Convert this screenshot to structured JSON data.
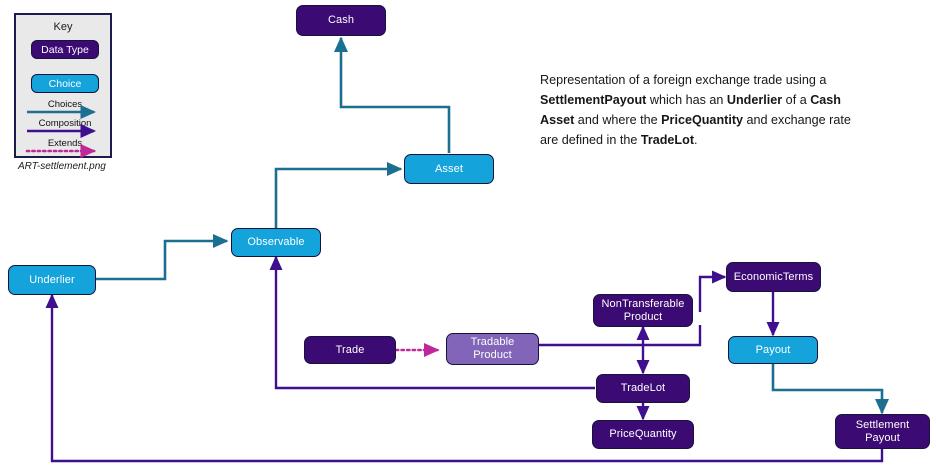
{
  "key": {
    "title": "Key",
    "chips": [
      {
        "label": "Data Type",
        "style": "datatype"
      },
      {
        "label": "Choice",
        "style": "choice"
      }
    ],
    "legend": [
      {
        "label": "Choices",
        "color": "#1d6f92",
        "kind": "solid"
      },
      {
        "label": "Composition",
        "color": "#3f0f8f",
        "kind": "solid"
      },
      {
        "label": "Extends",
        "color": "#c0289a",
        "kind": "dotted"
      }
    ],
    "caption": "ART-settlement.png"
  },
  "description": {
    "line1_prefix": "Representation of a foreign exchange trade using a ",
    "term1": "SettlementPayout",
    "line1_mid": " which has an ",
    "term2": "Underlier",
    "line2_mid": " of a ",
    "term3": "Cash Asset",
    "line3_mid": " and where the ",
    "term4": "PriceQuantity",
    "line3_tail": " and exchange rate are defined in the ",
    "term5": "TradeLot",
    "line4_tail": "."
  },
  "nodes": [
    {
      "id": "cash",
      "label": "Cash",
      "type": "datatype"
    },
    {
      "id": "asset",
      "label": "Asset",
      "type": "choice"
    },
    {
      "id": "observable",
      "label": "Observable",
      "type": "choice"
    },
    {
      "id": "underlier",
      "label": "Underlier",
      "type": "choice"
    },
    {
      "id": "trade",
      "label": "Trade",
      "type": "datatype"
    },
    {
      "id": "tradableproduct",
      "label": "Tradable\nProduct",
      "type": "abstract"
    },
    {
      "id": "nontransferable",
      "label": "NonTransferable\nProduct",
      "type": "datatype"
    },
    {
      "id": "economicterms",
      "label": "EconomicTerms",
      "type": "datatype"
    },
    {
      "id": "payout",
      "label": "Payout",
      "type": "choice"
    },
    {
      "id": "tradelot",
      "label": "TradeLot",
      "type": "datatype"
    },
    {
      "id": "pricequantity",
      "label": "PriceQuantity",
      "type": "datatype"
    },
    {
      "id": "settlementpayout",
      "label": "Settlement\nPayout",
      "type": "datatype"
    }
  ],
  "edges": [
    {
      "from": "asset",
      "to": "cash",
      "kind": "choices"
    },
    {
      "from": "observable",
      "to": "asset",
      "kind": "choices"
    },
    {
      "from": "underlier",
      "to": "observable",
      "kind": "choices"
    },
    {
      "from": "payout",
      "to": "settlementpayout",
      "kind": "choices"
    },
    {
      "from": "trade",
      "to": "tradableproduct",
      "kind": "extends"
    },
    {
      "from": "tradableproduct",
      "to": "nontransferable",
      "kind": "composition"
    },
    {
      "from": "nontransferable",
      "to": "economicterms",
      "kind": "composition"
    },
    {
      "from": "economicterms",
      "to": "payout",
      "kind": "composition"
    },
    {
      "from": "nontransferable",
      "to": "tradelot",
      "kind": "composition-bidirectional"
    },
    {
      "from": "tradelot",
      "to": "pricequantity",
      "kind": "composition"
    },
    {
      "from": "tradelot",
      "to": "observable",
      "kind": "composition"
    },
    {
      "from": "settlementpayout",
      "to": "underlier",
      "kind": "composition"
    }
  ],
  "colors": {
    "datatype": "#3b0a72",
    "choice": "#14a3db",
    "abstract": "#8265b8",
    "choices_arrow": "#1d6f92",
    "composition_arrow": "#3f0f8f",
    "extends_arrow": "#c0289a",
    "node_border": "#14143c",
    "key_background": "#e9e9ea",
    "key_border": "#1b1b4d"
  }
}
